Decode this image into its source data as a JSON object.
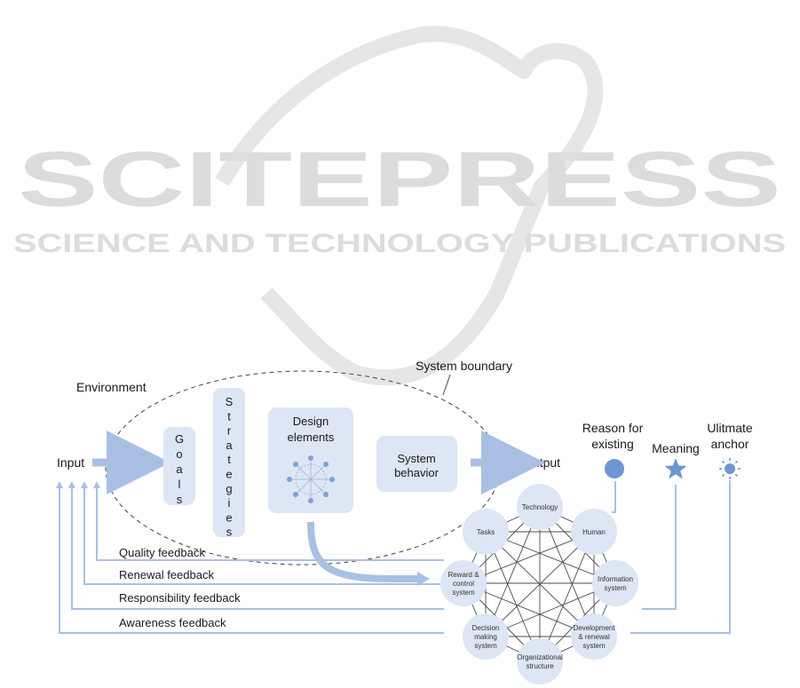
{
  "watermark": {
    "title": "SCITEPRESS",
    "subtitle": "SCIENCE AND TECHNOLOGY PUBLICATIONS"
  },
  "diagram": {
    "system_boundary": "System boundary",
    "environment": "Environment",
    "input": "Input",
    "output": "Output",
    "goals_letters": [
      "G",
      "o",
      "a",
      "l",
      "s"
    ],
    "strategies_letters": [
      "S",
      "t",
      "r",
      "a",
      "t",
      "e",
      "g",
      "i",
      "e",
      "s"
    ],
    "design_elements": [
      "Design",
      "elements"
    ],
    "system_behavior": [
      "System",
      "behavior"
    ],
    "reason_for_existing": [
      "Reason for",
      "existing"
    ],
    "meaning": "Meaning",
    "ultimate_anchor": [
      "Ulitmate",
      "anchor"
    ],
    "feedback": {
      "quality": "Quality feedback",
      "renewal": "Renewal feedback",
      "responsibility": "Responsibility feedback",
      "awareness": "Awareness feedback"
    },
    "circles": [
      {
        "id": "technology",
        "lines": [
          "Technology"
        ]
      },
      {
        "id": "human",
        "lines": [
          "Human"
        ]
      },
      {
        "id": "information-system",
        "lines": [
          "Information",
          "system"
        ]
      },
      {
        "id": "development-renewal-system",
        "lines": [
          "Development",
          "& renewal",
          "system"
        ]
      },
      {
        "id": "organizational-structure",
        "lines": [
          "Organizational",
          "structure"
        ]
      },
      {
        "id": "decision-making-system",
        "lines": [
          "Decision",
          "making",
          "system"
        ]
      },
      {
        "id": "reward-control-system",
        "lines": [
          "Reward &",
          "control",
          "system"
        ]
      },
      {
        "id": "tasks",
        "lines": [
          "Tasks"
        ]
      }
    ],
    "colors": {
      "box_fill": "#dce6f4",
      "arrow": "#a9c0e4",
      "icon": "#6f95d2",
      "line": "#5a5a5a"
    }
  }
}
